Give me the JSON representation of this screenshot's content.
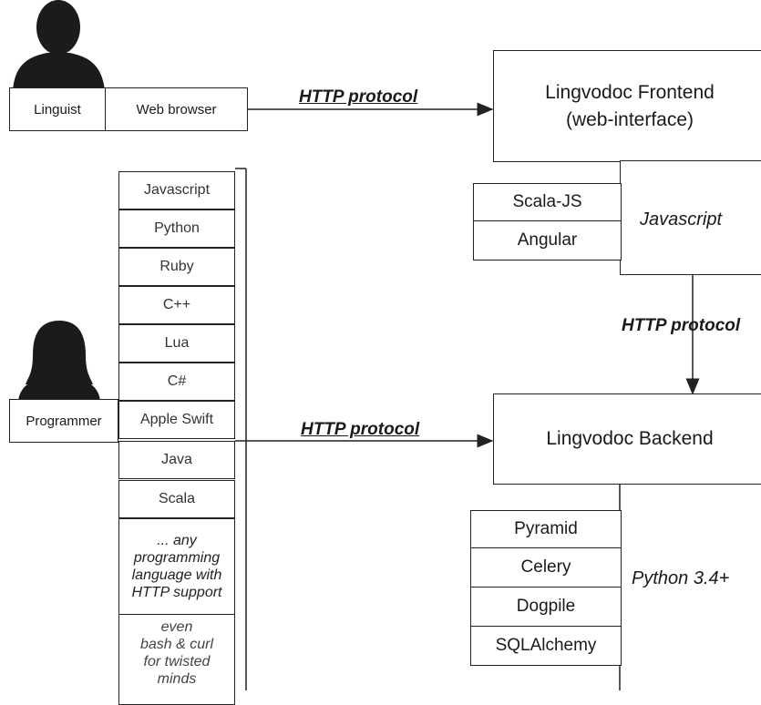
{
  "actors": {
    "linguist": {
      "label": "Linguist",
      "tool": "Web browser"
    },
    "programmer": {
      "label": "Programmer"
    }
  },
  "protocols": {
    "top": "HTTP protocol",
    "vertical": "HTTP protocol",
    "bottom": "HTTP protocol"
  },
  "frontend": {
    "title_line1": "Lingvodoc Frontend",
    "title_line2": "(web-interface)",
    "stack": [
      "Scala-JS",
      "Angular"
    ],
    "language": "Javascript"
  },
  "backend": {
    "title": "Lingvodoc Backend",
    "stack": [
      "Pyramid",
      "Celery",
      "Dogpile",
      "SQLAlchemy"
    ],
    "language": "Python 3.4+"
  },
  "client_languages": [
    "Javascript",
    "Python",
    "Ruby",
    "C++",
    "Lua",
    "C#",
    "Apple Swift",
    "Java",
    "Scala"
  ],
  "client_notes": {
    "any_line1": "... any",
    "any_line2": "programming",
    "any_line3": "language with",
    "any_line4": "HTTP support",
    "even_line1": "even",
    "even_line2": "bash & curl",
    "even_line3": "for twisted",
    "even_line4": "minds"
  }
}
